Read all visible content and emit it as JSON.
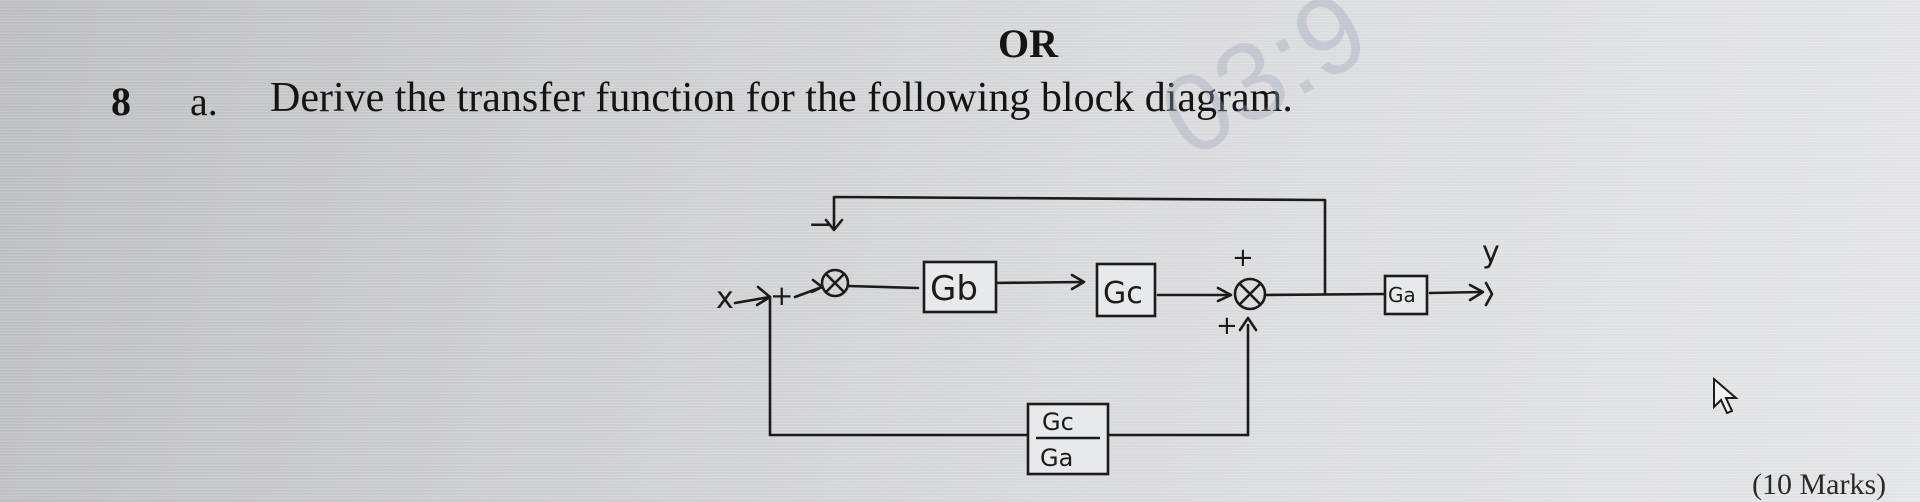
{
  "heading": "OR",
  "question": {
    "number": "8",
    "part": "a.",
    "text": "Derive the transfer function for the following block diagram."
  },
  "marks": "(10 Marks)",
  "watermark": "03:9",
  "diagram": {
    "input_label": "x",
    "output_label": "y",
    "blocks": {
      "gb": "Gb",
      "gc": "Gc",
      "ga": "Ga",
      "feed_numerator": "Gc",
      "feed_denominator": "Ga"
    },
    "signs": {
      "sum1_input": "+",
      "sum1_feedback": "−",
      "sum2_top": "+",
      "sum2_bottom": "+"
    }
  },
  "cursor_icon": "arrow-cursor-icon"
}
